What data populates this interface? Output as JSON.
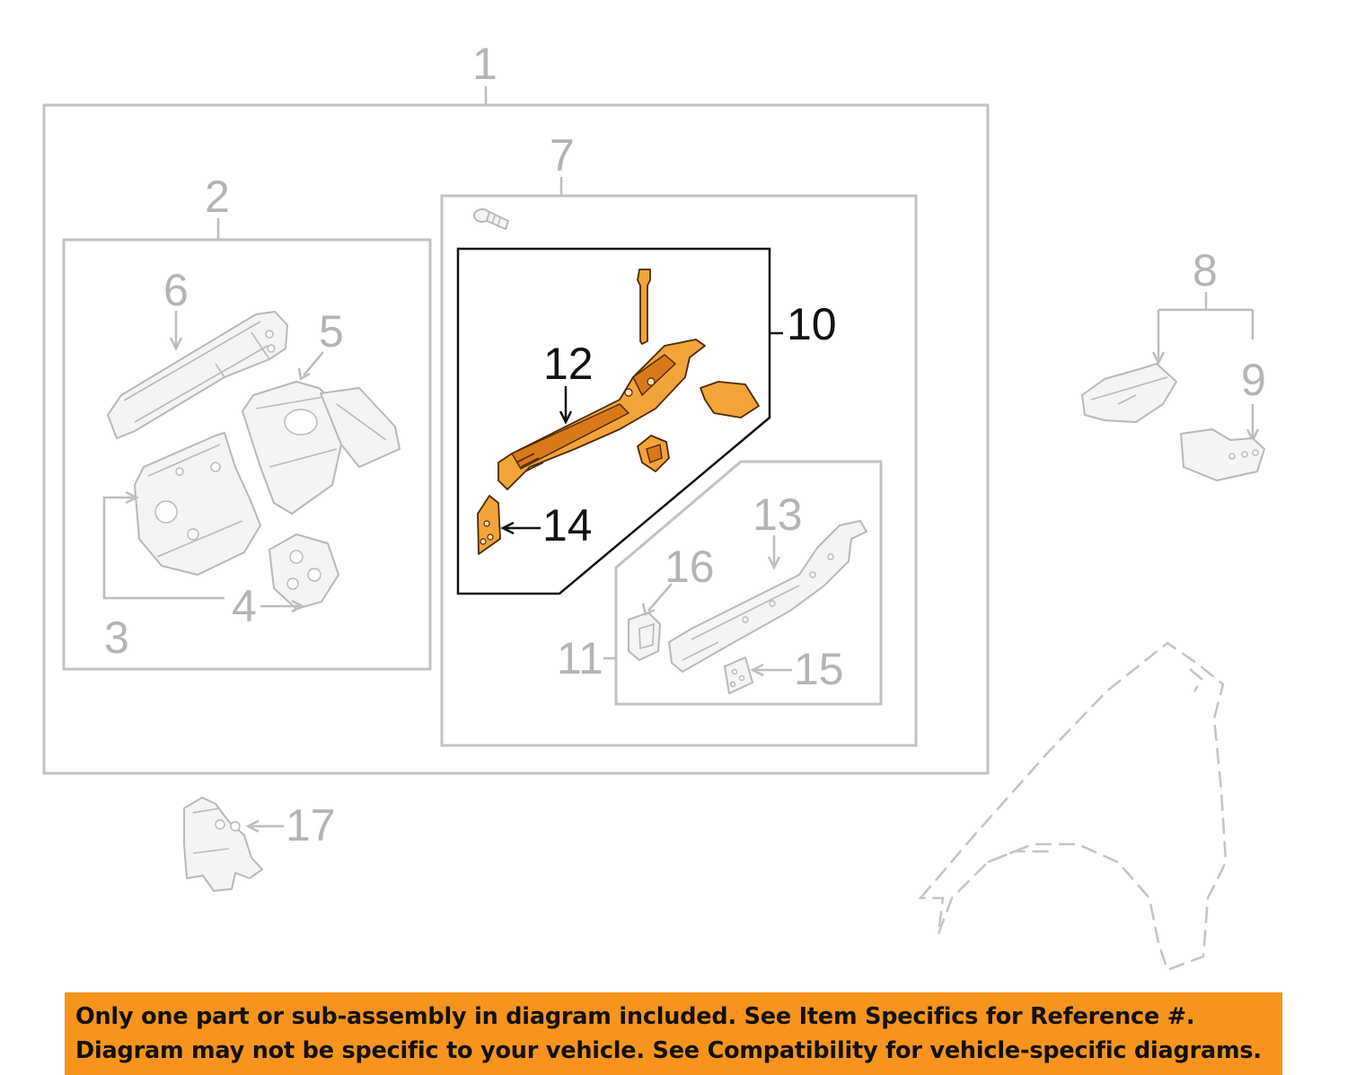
{
  "callouts": {
    "n1": "1",
    "n2": "2",
    "n3": "3",
    "n4": "4",
    "n5": "5",
    "n6": "6",
    "n7": "7",
    "n8": "8",
    "n9": "9",
    "n10": "10",
    "n11": "11",
    "n12": "12",
    "n13": "13",
    "n14": "14",
    "n15": "15",
    "n16": "16",
    "n17": "17"
  },
  "colors": {
    "highlight_part": "#f2a43a",
    "banner_background": "#f7941d",
    "muted_lines": "#bdbdbd"
  },
  "banner": {
    "line1": "Only one part or sub-assembly in diagram included. See Item Specifics for Reference #.",
    "line2": "Diagram may not be specific to your vehicle. See Compatibility for vehicle-specific diagrams."
  }
}
